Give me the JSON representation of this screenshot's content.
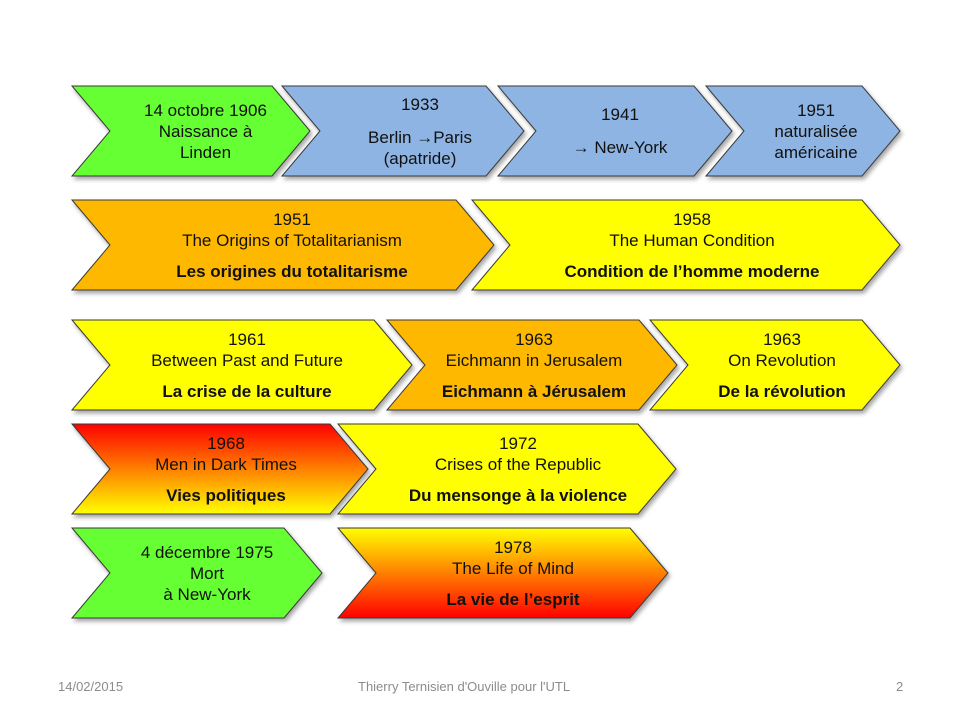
{
  "colors": {
    "green": "#66ff33",
    "blue": "#8eb4e3",
    "orange": "#ffb800",
    "yellow": "#ffff00",
    "red": "#ff0000",
    "outline": "#3a3a3a"
  },
  "timeline": [
    {
      "id": "birth",
      "fill": "green",
      "lines": [
        "14 octobre 1906",
        "Naissance à",
        "Linden"
      ]
    },
    {
      "id": "1933",
      "fill": "blue",
      "lines": [
        "1933",
        "",
        "Berlin →Paris",
        "(apatride)"
      ]
    },
    {
      "id": "1941",
      "fill": "blue",
      "lines": [
        "1941",
        "",
        "→ New-York"
      ]
    },
    {
      "id": "1951-nat",
      "fill": "blue",
      "lines": [
        "1951",
        "naturalisée",
        "américaine"
      ]
    },
    {
      "id": "origins",
      "fill": "orange",
      "lines": [
        "1951",
        "The Origins of Totalitarianism"
      ],
      "fr": "Les origines du totalitarisme"
    },
    {
      "id": "human-condition",
      "fill": "yellow",
      "lines": [
        "1958",
        "The Human Condition"
      ],
      "fr": "Condition de l’homme moderne"
    },
    {
      "id": "past-future",
      "fill": "yellow",
      "lines": [
        "1961",
        "Between  Past and Future"
      ],
      "fr": "La crise de la culture"
    },
    {
      "id": "eichmann",
      "fill": "orange",
      "lines": [
        "1963",
        "Eichmann in Jerusalem"
      ],
      "fr": "Eichmann  à Jérusalem"
    },
    {
      "id": "revolution",
      "fill": "yellow",
      "lines": [
        "1963",
        "On Revolution"
      ],
      "fr": "De la révolution"
    },
    {
      "id": "dark-times",
      "fill": "red-to-yellow",
      "lines": [
        "1968",
        "Men in Dark Times"
      ],
      "fr": "Vies politiques"
    },
    {
      "id": "republic",
      "fill": "yellow",
      "lines": [
        "1972",
        "Crises of the Republic"
      ],
      "fr": "Du mensonge à la violence"
    },
    {
      "id": "death",
      "fill": "green",
      "lines": [
        "4 décembre 1975",
        "Mort",
        "à New-York"
      ]
    },
    {
      "id": "life-mind",
      "fill": "yellow-to-red",
      "lines": [
        "1978",
        "The Life of Mind"
      ],
      "fr": "La vie de l’esprit"
    }
  ],
  "footer": {
    "date": "14/02/2015",
    "author": "Thierry Ternisien d'Ouville pour l'UTL",
    "page": "2"
  }
}
